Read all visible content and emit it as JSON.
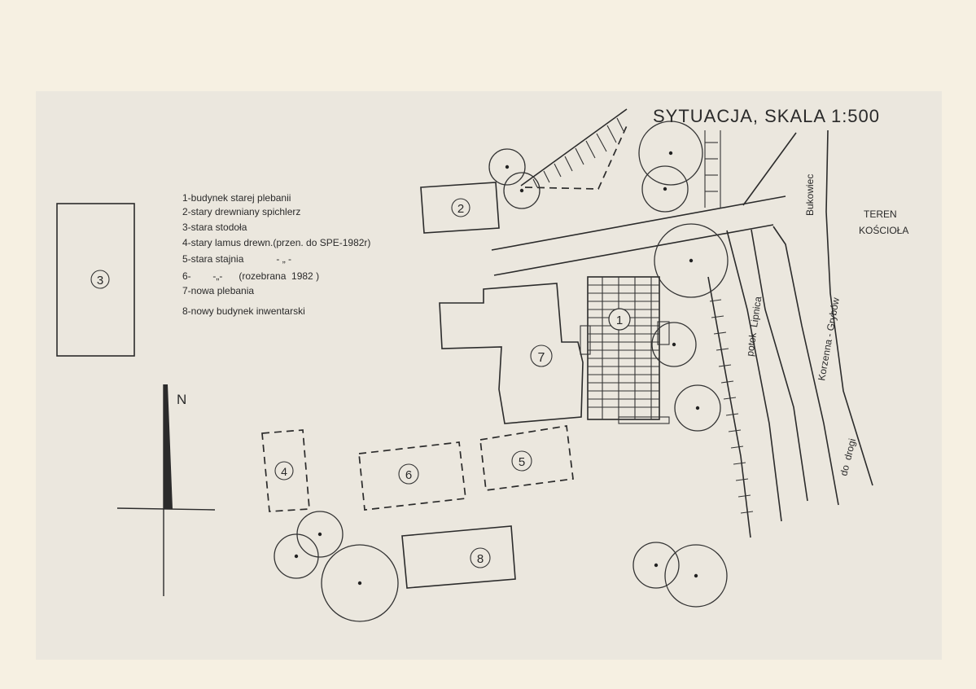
{
  "title": "SYTUACJA, SKALA 1:500",
  "legend": [
    "1-budynek starej plebanii",
    "2-stary drewniany spichlerz",
    "3-stara stodoła",
    "4-stary lamus drewn.(przen. do SPE-1982r)",
    "5-stara stajnia            - „ -",
    "6-        -„-      (rozebrana  1982 )",
    "7-nowa  plebania",
    "8-nowy budynek inwentarski"
  ],
  "buildings": {
    "b1": "1",
    "b2": "2",
    "b3": "3",
    "b4": "4",
    "b5": "5",
    "b6": "6",
    "b7": "7",
    "b8": "8"
  },
  "north": "N",
  "labels": {
    "teren_1": "TEREN",
    "teren_2": "KOŚCIOŁA",
    "bukowiec": "Bukowiec",
    "road_dir": "Korzenna - Grybów",
    "do_drogi": "do  drogi",
    "potok": "potok  Lipnica"
  },
  "colors": {
    "paper": "#f6f0e2",
    "sheet": "#ebe7de",
    "ink": "#2b2b2b"
  }
}
